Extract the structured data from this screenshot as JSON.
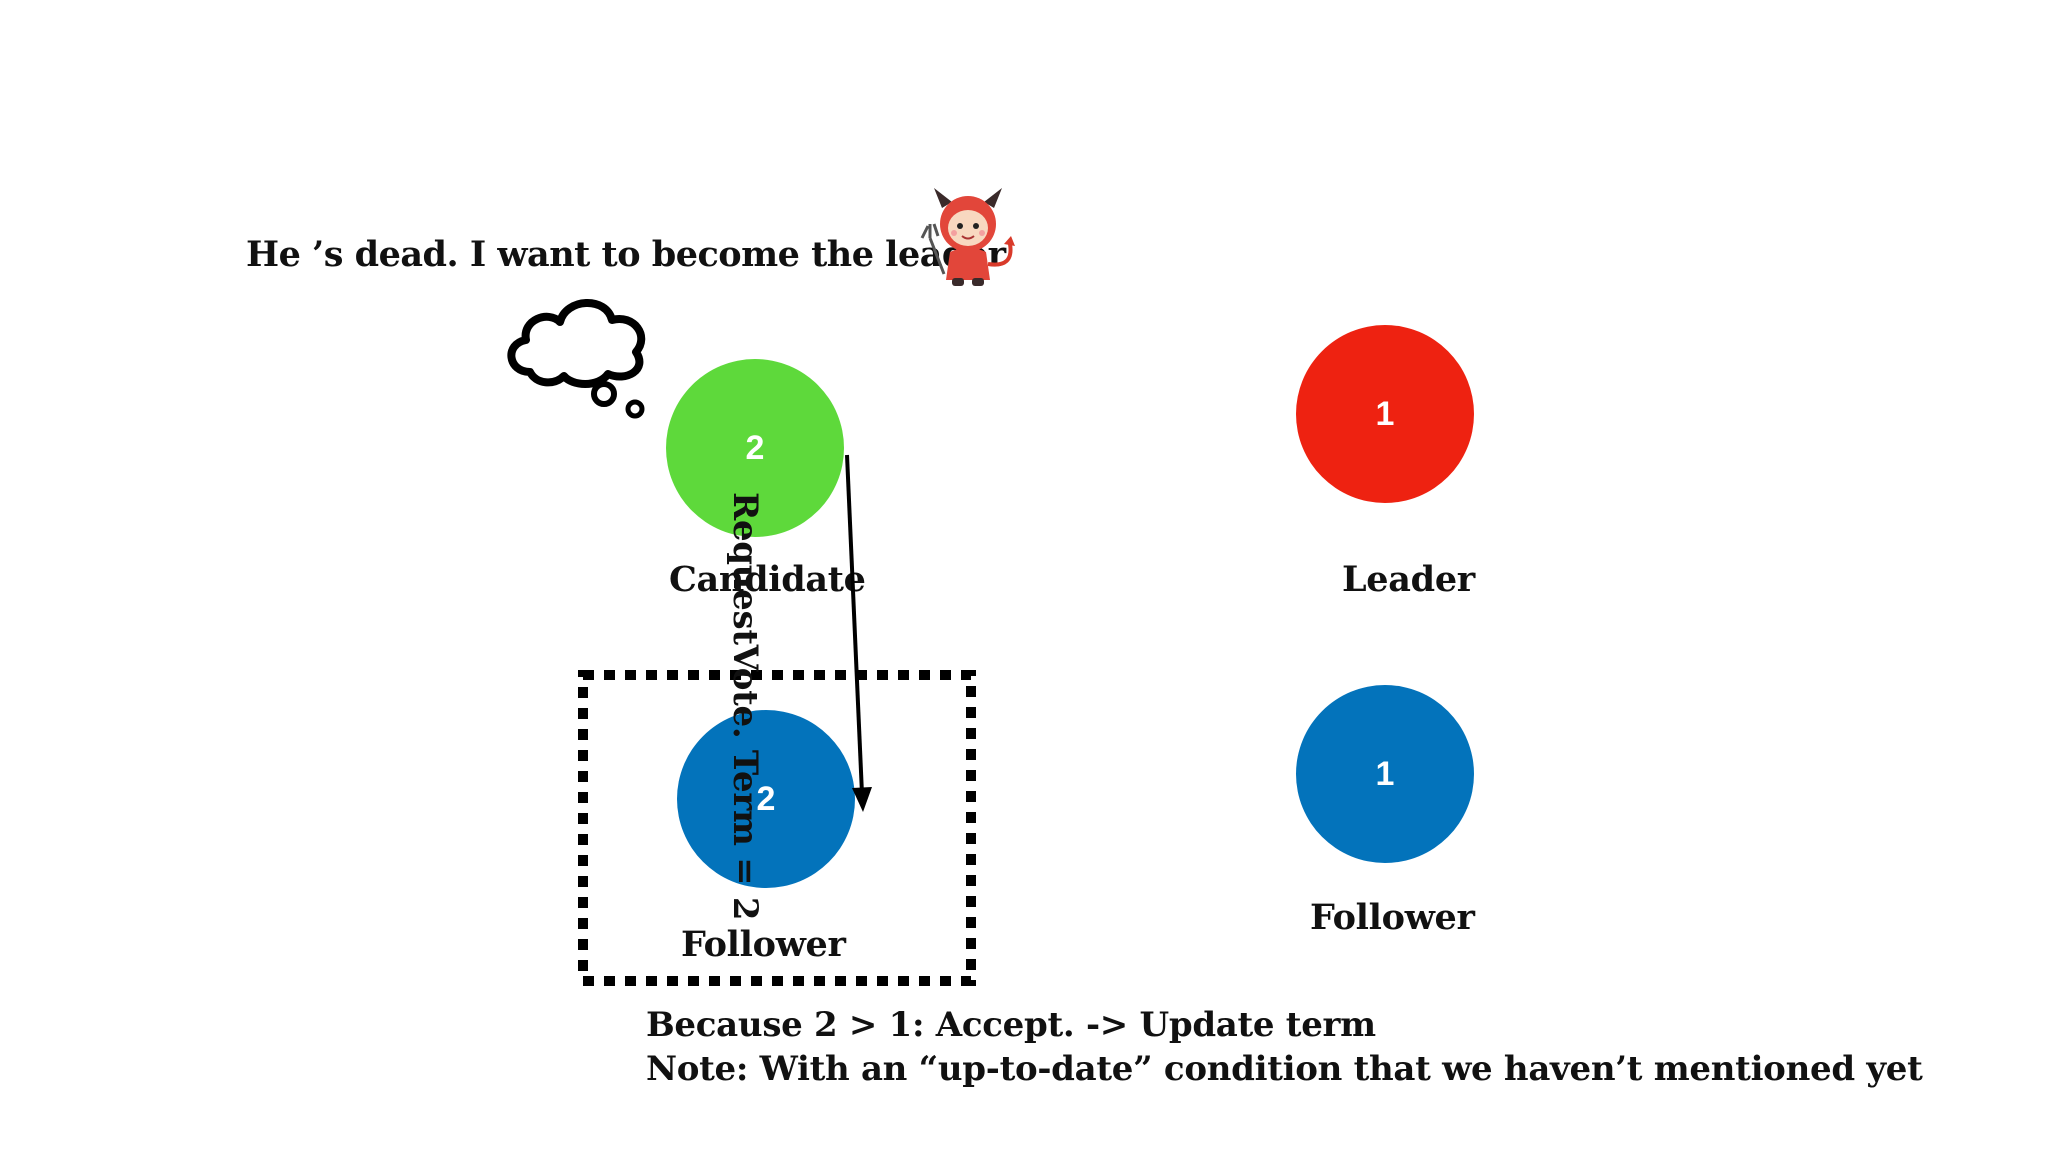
{
  "thought_text": "He ’s dead. I want to become the leader",
  "icons": {
    "devil": "devil-character-icon",
    "thought_bubble": "thought-bubble-icon"
  },
  "nodes": {
    "candidate": {
      "term": "2",
      "role": "Candidate",
      "color": "#5ed93b"
    },
    "leader": {
      "term": "1",
      "role": "Leader",
      "color": "#ee2211"
    },
    "follower_left": {
      "term": "2",
      "role": "Follower",
      "color": "#0373bb"
    },
    "follower_right": {
      "term": "1",
      "role": "Follower",
      "color": "#0373bb"
    }
  },
  "message": "RequestVote. Term = 2",
  "notes": {
    "line1": "Because 2 > 1: Accept. -> Update term",
    "line2": "Note: With an “up-to-date” condition that we haven’t mentioned yet"
  }
}
